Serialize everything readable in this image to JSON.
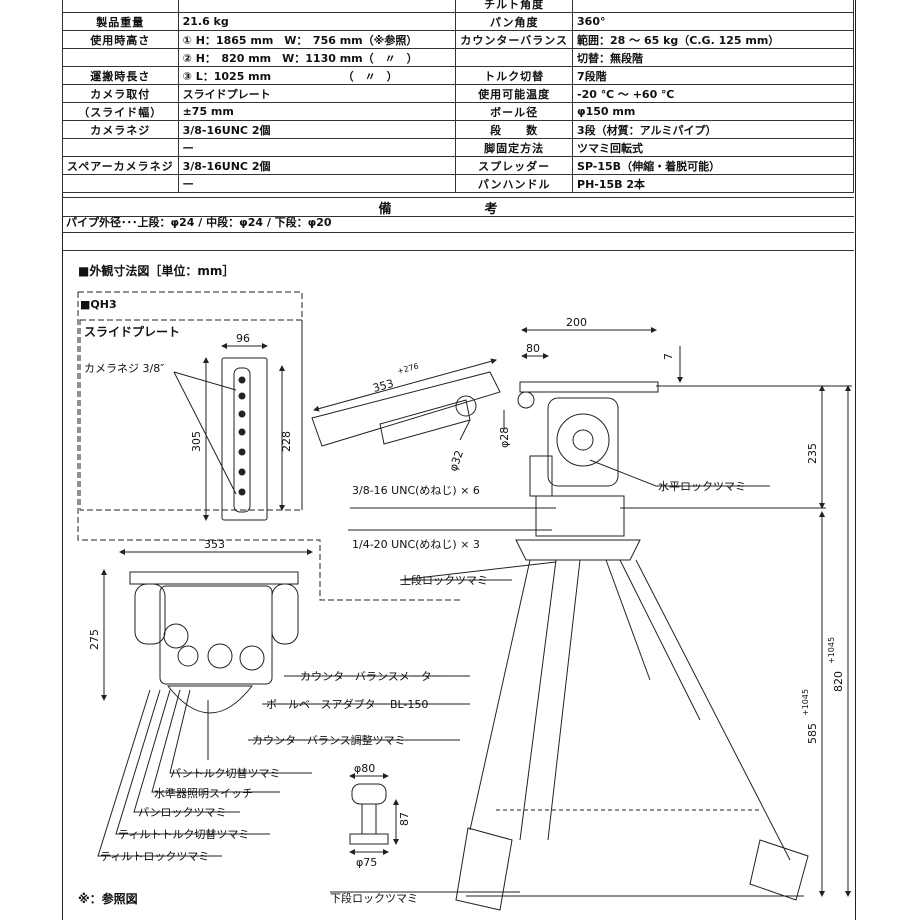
{
  "spec": {
    "rows": [
      {
        "l1": "",
        "v1": "",
        "l2": "チルト角度",
        "v2": ""
      },
      {
        "l1": "製品重量",
        "v1": "21.6 kg",
        "l2": "パン角度",
        "v2": "360°"
      },
      {
        "l1": "使用時高さ",
        "v1": "① H：1865 mm　W：　756 mm（※参照）",
        "l2": "カウンターバランス",
        "v2": "範囲：28 ～ 65 kg（C.G. 125 mm）"
      },
      {
        "l1": "",
        "v1": "② H：　820 mm　W：1130 mm（　〃　）",
        "l2": "",
        "v2": "切替：無段階"
      },
      {
        "l1": "運搬時長さ",
        "v1": "③ L：1025 mm　　　　　　　（　〃　）",
        "l2": "トルク切替",
        "v2": "7段階"
      },
      {
        "l1": "カメラ取付",
        "v1": "スライドプレート",
        "l2": "使用可能温度",
        "v2": "-20 ℃ ～ +60 ℃"
      },
      {
        "l1": "（スライド幅）",
        "v1": "±75 mm",
        "l2": "ボール径",
        "v2": "φ150 mm"
      },
      {
        "l1": "カメラネジ",
        "v1": "3/8-16UNC 2個",
        "l2": "段　　数",
        "v2": "3段（材質：アルミパイプ）"
      },
      {
        "l1": "",
        "v1": "—",
        "l2": "脚固定方法",
        "v2": "ツマミ回転式"
      },
      {
        "l1": "スペアーカメラネジ",
        "v1": "3/8-16UNC 2個",
        "l2": "スプレッダー",
        "v2": "SP-15B（伸縮・着脱可能）"
      },
      {
        "l1": "",
        "v1": "—",
        "l2": "パンハンドル",
        "v2": "PH-15B 2本"
      }
    ]
  },
  "remarks": {
    "heading": "備　考",
    "pipe": "パイプ外径･･･上段：φ24 / 中段：φ24 / 下段：φ20"
  },
  "drawing": {
    "title": "■外観寸法図［単位：mm］",
    "inset_model": "■QH3",
    "inset_title": "スライドプレート",
    "camera_screw": "カメラネジ 3/8″",
    "dims": {
      "d96": "96",
      "d305": "305",
      "d228": "228",
      "d353": "353",
      "d275": "275",
      "d200": "200",
      "d80": "80",
      "d7": "7",
      "d353b": "353",
      "d276": "+276",
      "d28": "φ28",
      "d32": "φ32",
      "d235": "235",
      "d820": "820",
      "d1045a": "+1045",
      "d585": "585",
      "d1045b": "+1045",
      "d80b": "φ80",
      "d87": "87",
      "d75": "φ75"
    },
    "labels": {
      "unc38": "3/8-16 UNC(めねじ) × 6",
      "unc14": "1/4-20 UNC(めねじ) × 3",
      "hlock": "水平ロックツマミ",
      "upperlock": "上段ロックツマミ",
      "cbmeter": "カウンターバランスメーター",
      "ballbase": "ボールベースアダプター BL-150",
      "cbknob": "カウンターバランス調整ツマミ",
      "pantorque": "パントルク切替ツマミ",
      "level": "水準器照明スイッチ",
      "panlock": "パンロックツマミ",
      "tilttorque": "ティルトトルク切替ツマミ",
      "tiltlock": "ティルトロックツマミ",
      "lowerlock": "下段ロックツマミ"
    },
    "note": "※：参照図"
  }
}
